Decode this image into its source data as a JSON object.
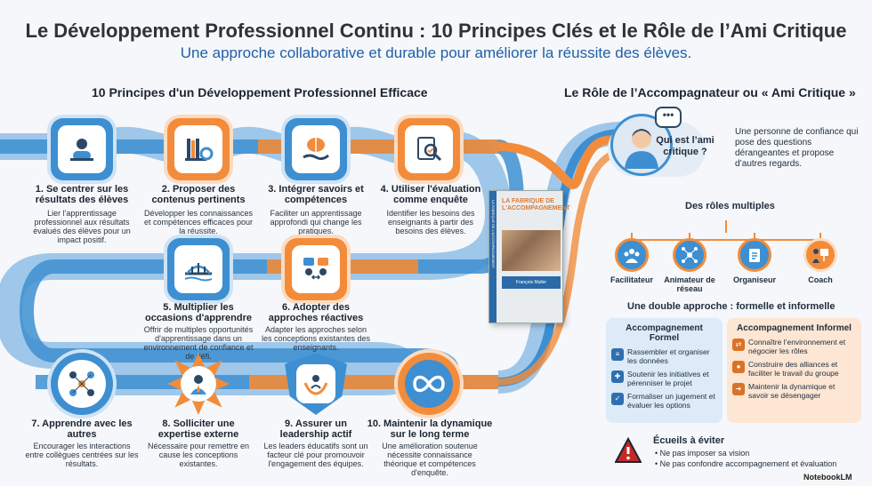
{
  "header": {
    "title": "Le Développement Professionnel Continu : 10 Principes Clés et le Rôle de l’Ami Critique",
    "subtitle": "Une approche collaborative et durable pour améliorer la réussite des élèves."
  },
  "left": {
    "section_title": "10 Principes d'un Développement Professionnel Efficace",
    "principles": [
      {
        "title": "1. Se centrer sur les résultats des élèves",
        "desc": "Lier l'apprentissage professionnel aux résultats évalués des élèves pour un impact positif.",
        "icon": "student-icon"
      },
      {
        "title": "2. Proposer des contenus pertinents",
        "desc": "Développer les connaissances et compétences efficaces pour la réussite.",
        "icon": "bookshelf-gear-icon"
      },
      {
        "title": "3. Intégrer savoirs et compétences",
        "desc": "Faciliter un apprentissage approfondi qui change les pratiques.",
        "icon": "brain-hand-icon"
      },
      {
        "title": "4. Utiliser l'évaluation comme enquête",
        "desc": "Identifier les besoins des enseignants à partir des besoins des élèves.",
        "icon": "magnifier-document-icon"
      },
      {
        "title": "5. Multiplier les occasions d'apprendre",
        "desc": "Offrir de multiples opportunités d'apprentissage dans un environnement de confiance et de défi.",
        "icon": "bridge-icon"
      },
      {
        "title": "6. Adopter des approches réactives",
        "desc": "Adapter les approches selon les conceptions existantes des enseignants.",
        "icon": "dialogue-icon"
      },
      {
        "title": "7. Apprendre avec les autres",
        "desc": "Encourager les interactions entre collègues centrées sur les résultats.",
        "icon": "network-people-icon"
      },
      {
        "title": "8. Solliciter une expertise externe",
        "desc": "Nécessaire pour remettre en cause les conceptions existantes.",
        "icon": "expert-icon"
      },
      {
        "title": "9. Assurer un leadership actif",
        "desc": "Les leaders éducatifs sont un facteur clé pour promouvoir l'engagement des équipes.",
        "icon": "shield-hands-icon"
      },
      {
        "title": "10. Maintenir la dynamique sur le long terme",
        "desc": "Une amélioration soutenue nécessite connaissance théorique et compétences d'enquête.",
        "icon": "infinity-icon"
      }
    ]
  },
  "book": {
    "title": "LA FABRIQUE DE L'ACCOMPAGNEMENT",
    "author": "François Muller"
  },
  "right": {
    "section_title": "Le Rôle de l’Accompagnateur ou « Ami Critique »",
    "bubble": "•••",
    "question": "Qui est l’ami critique ?",
    "definition": "Une personne de confiance qui pose des questions dérangeantes et propose d’autres regards.",
    "roles_title": "Des rôles multiples",
    "roles": [
      {
        "label": "Facilitateur",
        "icon": "group-icon"
      },
      {
        "label": "Animateur de réseau",
        "icon": "network-icon"
      },
      {
        "label": "Organiseur",
        "icon": "clipboard-icon"
      },
      {
        "label": "Coach",
        "icon": "coach-board-icon"
      }
    ],
    "approach_title": "Une double approche : formelle et informelle",
    "formal": {
      "title": "Accompagnement Formel",
      "items": [
        "Rassembler et organiser les données",
        "Soutenir les initiatives et pérenniser le projet",
        "Formaliser un jugement et évaluer les options"
      ]
    },
    "informal": {
      "title": "Accompagnement Informel",
      "items": [
        "Connaître l’environnement et négocier les rôles",
        "Construire des alliances et faciliter le travail du groupe",
        "Maintenir la dynamique et savoir se désengager"
      ]
    },
    "pitfalls_title": "Écueils à éviter",
    "pitfalls": [
      "Ne pas imposer sa vision",
      "Ne pas confondre accompagnement et évaluation"
    ]
  },
  "brand": "NotebookLM",
  "colors": {
    "blue": "#3d8fd1",
    "orange": "#f28c3b",
    "dark": "#1b2430"
  }
}
